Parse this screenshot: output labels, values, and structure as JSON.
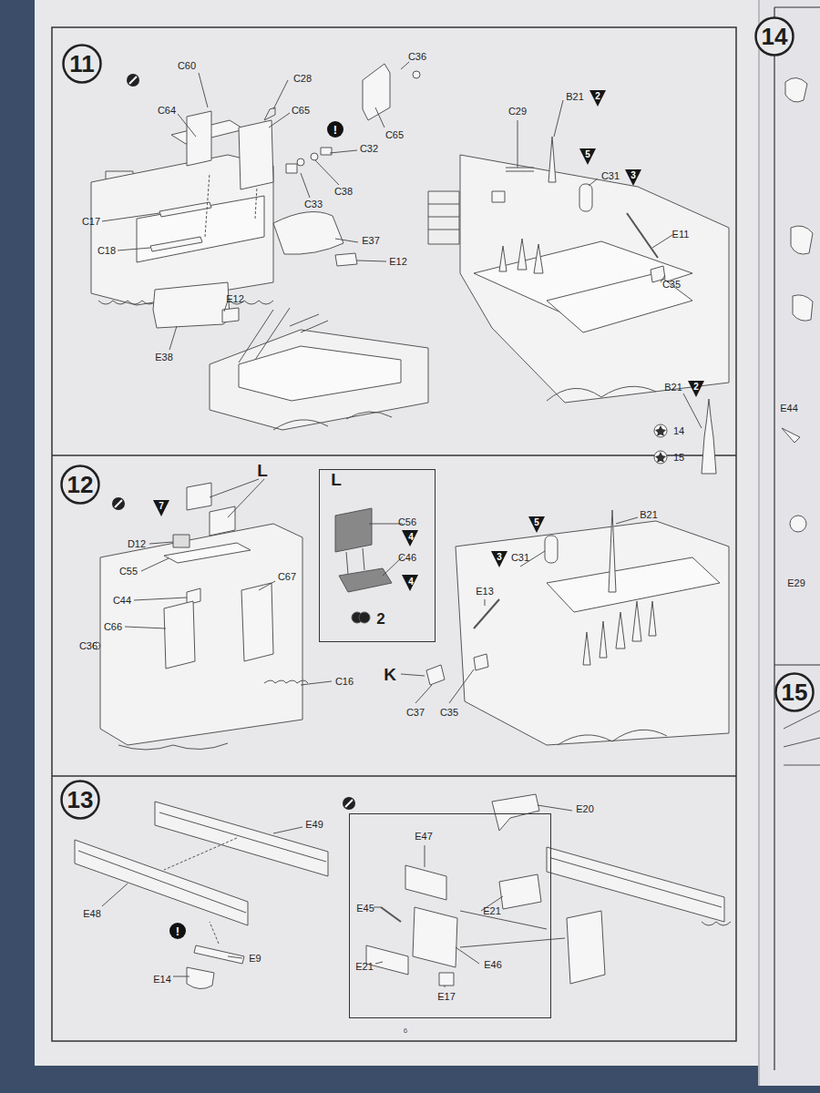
{
  "diagram": {
    "nodes": [
      {
        "text": [
          "11"
        ]
      },
      {
        "text": [
          "12"
        ]
      },
      {
        "text": [
          "13"
        ]
      },
      {
        "text": [
          "14"
        ]
      },
      {
        "text": [
          "15"
        ]
      },
      {
        "text": [
          "L",
          "C56",
          "4",
          "C46",
          "4",
          "2"
        ]
      },
      {
        "text": [
          "E47",
          "E45",
          "E21",
          "E46",
          "E17"
        ]
      }
    ],
    "labels": [
      "C60",
      "C28",
      "C64",
      "C65",
      "C36",
      "C65",
      "!",
      "C32",
      "C38",
      "C33",
      "C17",
      "C18",
      "E37",
      "E12",
      "E12",
      "E38",
      "C29",
      "B21",
      "2",
      "5",
      "C31",
      "3",
      "E11",
      "C35",
      "B21",
      "2",
      "14",
      "15",
      "L",
      "7",
      "D12",
      "C55",
      "C44",
      "C66",
      "C36",
      "C67",
      "C16",
      "5",
      "B21",
      "3",
      "C31",
      "E13",
      "K",
      "C37",
      "C35",
      "E49",
      "E48",
      "!",
      "E9",
      "E14",
      "E20",
      "E21",
      "6",
      "E44",
      "E29"
    ]
  }
}
